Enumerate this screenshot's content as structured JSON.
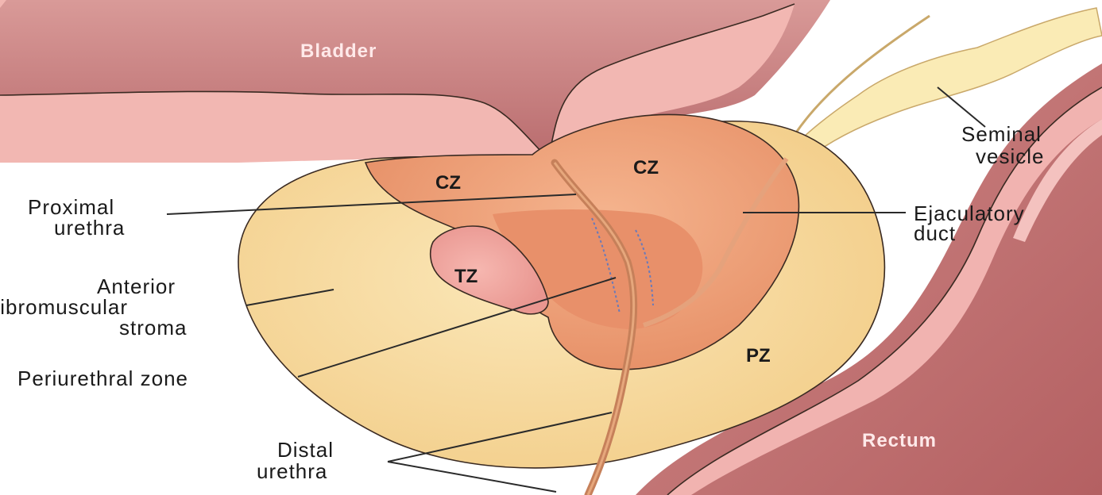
{
  "organs": {
    "bladder": "Bladder",
    "rectum": "Rectum"
  },
  "zones": {
    "cz_left": "CZ",
    "cz_right": "CZ",
    "tz": "TZ",
    "pz": "PZ"
  },
  "labels": {
    "seminal_vesicle": [
      "Seminal",
      "vesicle"
    ],
    "ejaculatory_duct": [
      "Ejaculatory",
      "duct"
    ],
    "proximal_urethra": [
      "Proximal",
      "urethra"
    ],
    "anterior_stroma": [
      "Anterior",
      "fibromuscular",
      "stroma"
    ],
    "periurethral_zone": "Periurethral zone",
    "distal_urethra": [
      "Distal",
      "urethra"
    ]
  },
  "colors": {
    "bladder_wall": "#c98484",
    "bladder_lumen": "#f2b7b2",
    "rectum_wall": "#c47a7a",
    "rectum_mucosa": "#f1b3b0",
    "pz_fill": "#f9dfa6",
    "cz_fill": "#f0a27a",
    "tz_fill": "#f2a7a2",
    "urethra": "#d9936a",
    "seminal_vesicle": "#faebb5"
  }
}
